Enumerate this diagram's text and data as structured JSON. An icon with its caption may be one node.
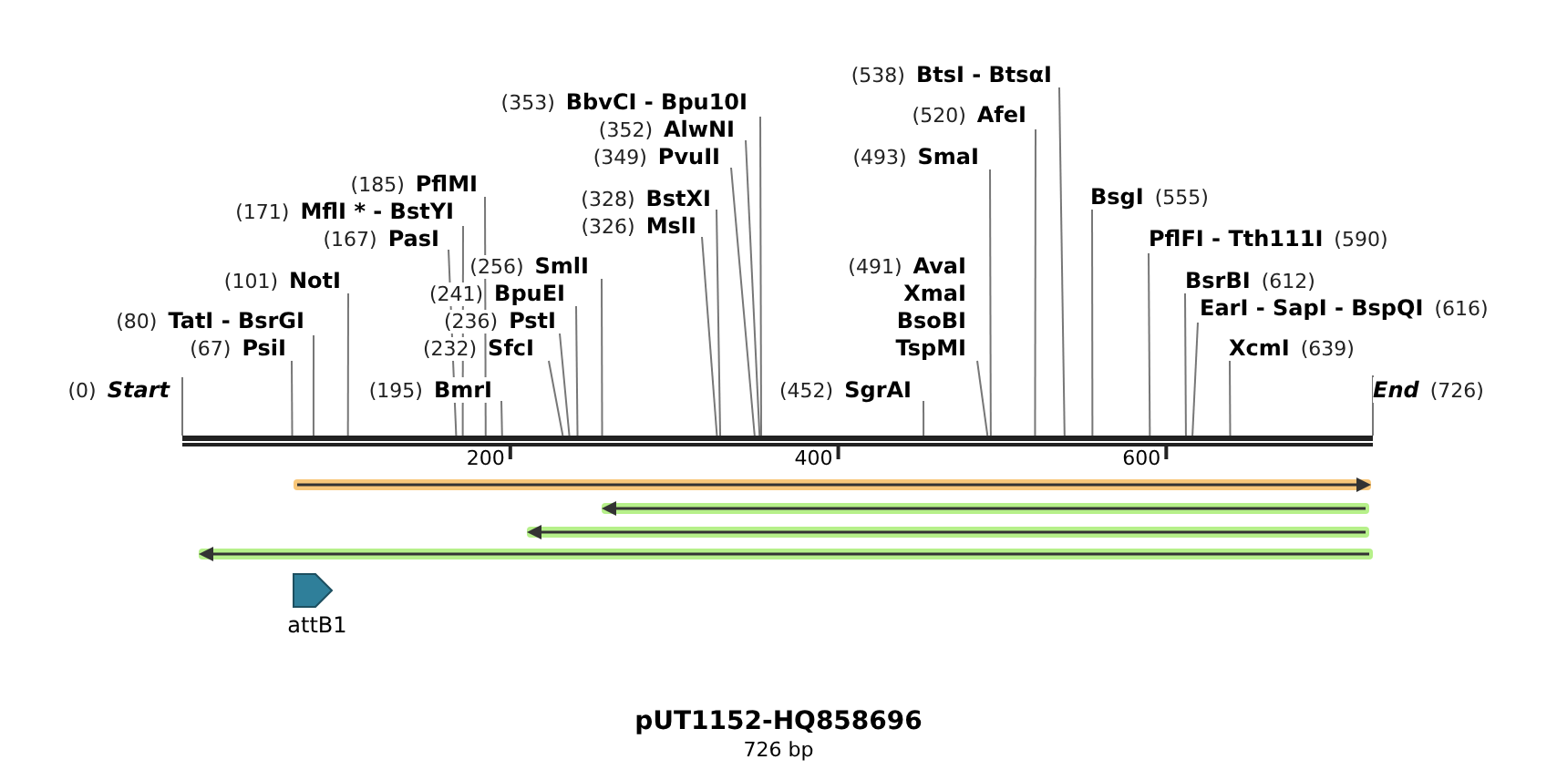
{
  "diagram": {
    "title": "pUT1152-HQ858696",
    "caption": "726 bp",
    "nodes": [
      {
        "text": [
          "(353)",
          "BbvCI - Bpu10I"
        ]
      },
      {
        "text": [
          "(352)",
          "AlwNI"
        ]
      },
      {
        "text": [
          "(349)",
          "PvuII"
        ]
      },
      {
        "text": [
          "(538)",
          "BtsI - BtsαI"
        ]
      },
      {
        "text": [
          "(520)",
          "AfeI"
        ]
      },
      {
        "text": [
          "(493)",
          "SmaI"
        ]
      },
      {
        "text": [
          "(185)",
          "PflMI"
        ]
      },
      {
        "text": [
          "(171)",
          "MflI * - BstYI"
        ]
      },
      {
        "text": [
          "(167)",
          "PasI"
        ]
      },
      {
        "text": [
          "(328)",
          "BstXI"
        ]
      },
      {
        "text": [
          "(326)",
          "MslI"
        ]
      },
      {
        "text": [
          "BsgI",
          "(555)"
        ]
      },
      {
        "text": [
          "PflFI - Tth111I",
          "(590)"
        ]
      },
      {
        "text": [
          "(101)",
          "NotI"
        ]
      },
      {
        "text": [
          "(256)",
          "SmlI"
        ]
      },
      {
        "text": [
          "(241)",
          "BpuEI"
        ]
      },
      {
        "text": [
          "(491)",
          "AvaI",
          "XmaI",
          "BsoBI",
          "TspMI"
        ]
      },
      {
        "text": [
          "BsrBI",
          "(612)"
        ]
      },
      {
        "text": [
          "EarI - SapI - BspQI",
          "(616)"
        ]
      },
      {
        "text": [
          "(80)",
          "TatI - BsrGI"
        ]
      },
      {
        "text": [
          "(236)",
          "PstI"
        ]
      },
      {
        "text": [
          "(67)",
          "PsiI"
        ]
      },
      {
        "text": [
          "(232)",
          "SfcI"
        ]
      },
      {
        "text": [
          "XcmI",
          "(639)"
        ]
      },
      {
        "text": [
          "(0)",
          "Start"
        ]
      },
      {
        "text": [
          "(195)",
          "BmrI"
        ]
      },
      {
        "text": [
          "(452)",
          "SgrAI"
        ]
      },
      {
        "text": [
          "End",
          "(726)"
        ]
      },
      {
        "text": [
          "attB1"
        ]
      },
      {
        "text": [],
        "shape": "bar"
      }
    ],
    "edges": [
      {
        "from": 0,
        "to": 29,
        "arrow": "none"
      },
      {
        "from": 1,
        "to": 29,
        "arrow": "none"
      },
      {
        "from": 2,
        "to": 29,
        "arrow": "none"
      },
      {
        "from": 3,
        "to": 29,
        "arrow": "none"
      },
      {
        "from": 4,
        "to": 29,
        "arrow": "none"
      },
      {
        "from": 5,
        "to": 29,
        "arrow": "none"
      },
      {
        "from": 6,
        "to": 29,
        "arrow": "none"
      },
      {
        "from": 7,
        "to": 29,
        "arrow": "none"
      },
      {
        "from": 8,
        "to": 29,
        "arrow": "none"
      },
      {
        "from": 9,
        "to": 29,
        "arrow": "none"
      },
      {
        "from": 10,
        "to": 29,
        "arrow": "none"
      },
      {
        "from": 11,
        "to": 29,
        "arrow": "none"
      },
      {
        "from": 12,
        "to": 29,
        "arrow": "none"
      },
      {
        "from": 13,
        "to": 29,
        "arrow": "none"
      },
      {
        "from": 14,
        "to": 29,
        "arrow": "none"
      },
      {
        "from": 15,
        "to": 29,
        "arrow": "none"
      },
      {
        "from": 16,
        "to": 29,
        "arrow": "none"
      },
      {
        "from": 17,
        "to": 29,
        "arrow": "none"
      },
      {
        "from": 18,
        "to": 29,
        "arrow": "none"
      },
      {
        "from": 19,
        "to": 29,
        "arrow": "none"
      },
      {
        "from": 20,
        "to": 29,
        "arrow": "none"
      },
      {
        "from": 21,
        "to": 29,
        "arrow": "none"
      },
      {
        "from": 22,
        "to": 29,
        "arrow": "none"
      },
      {
        "from": 23,
        "to": 29,
        "arrow": "none"
      },
      {
        "from": 24,
        "to": 29,
        "arrow": "none"
      },
      {
        "from": 25,
        "to": 29,
        "arrow": "none"
      },
      {
        "from": 26,
        "to": 29,
        "arrow": "none"
      },
      {
        "from": 27,
        "to": 29,
        "arrow": "none"
      }
    ],
    "labels": [
      "200",
      "400",
      "600"
    ]
  }
}
